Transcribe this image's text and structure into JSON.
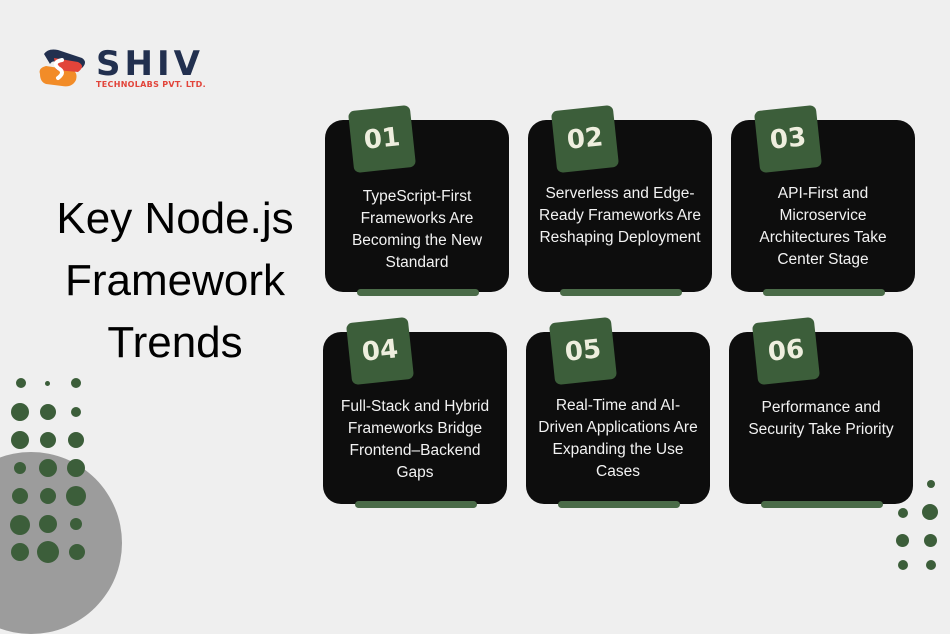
{
  "brand": {
    "name": "SHIV",
    "subtitle": "TECHNOLABS PVT. LTD.",
    "colors": {
      "navy": "#22304f",
      "red": "#e2443a",
      "orange": "#f28c28"
    }
  },
  "title": {
    "line1": "Key Node.js",
    "line2": "Framework",
    "line3": "Trends"
  },
  "cards": [
    {
      "number": "01",
      "text": "TypeScript-First Frameworks Are Becoming the New Standard"
    },
    {
      "number": "02",
      "text": "Serverless and Edge-Ready Frameworks Are Reshaping Deployment"
    },
    {
      "number": "03",
      "text": "API-First and Microservice Architectures Take Center Stage"
    },
    {
      "number": "04",
      "text": "Full-Stack and Hybrid Frameworks Bridge Frontend–Backend Gaps"
    },
    {
      "number": "05",
      "text": "Real-Time and AI-Driven Applications Are Expanding the Use Cases"
    },
    {
      "number": "06",
      "text": "Performance and Security Take Priority"
    }
  ],
  "colors": {
    "background": "#efefef",
    "card": "#0d0d0d",
    "accent_green": "#3c5e3a",
    "circle_gray": "#9c9c9c"
  }
}
